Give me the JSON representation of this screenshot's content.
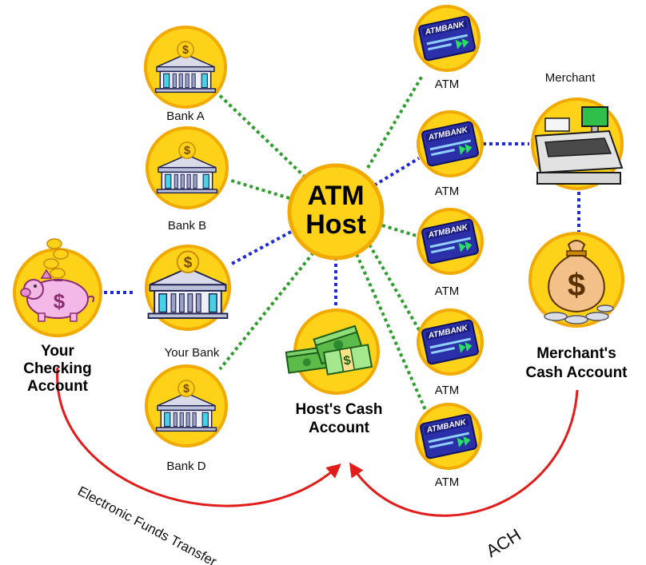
{
  "hub": {
    "line1": "ATM",
    "line2": "Host"
  },
  "banks": [
    {
      "label": "Bank A"
    },
    {
      "label": "Bank B"
    },
    {
      "label": "Your Bank"
    },
    {
      "label": "Bank D"
    }
  ],
  "checking": {
    "line1": "Your",
    "line2": "Checking",
    "line3": "Account"
  },
  "host_cash": {
    "line1": "Host's Cash",
    "line2": "Account"
  },
  "atms": [
    {
      "label": "ATM",
      "card_text": "ATMBANK"
    },
    {
      "label": "ATM",
      "card_text": "ATMBANK"
    },
    {
      "label": "ATM",
      "card_text": "ATMBANK"
    },
    {
      "label": "ATM",
      "card_text": "ATMBANK"
    },
    {
      "label": "ATM",
      "card_text": "ATMBANK"
    }
  ],
  "merchant": {
    "label": "Merchant"
  },
  "merchant_cash": {
    "line1": "Merchant's",
    "line2": "Cash Account"
  },
  "flows": {
    "eft": "Electronic Funds Transfer",
    "ach": "ACH"
  },
  "colors": {
    "disc_fill": "#ffd21a",
    "disc_border": "#f2a900",
    "link_bank_green": "#2e9e2e",
    "link_blue": "#1f2bd6",
    "flow_red": "#e21b1b",
    "card_blue": "#2b2fa8"
  }
}
